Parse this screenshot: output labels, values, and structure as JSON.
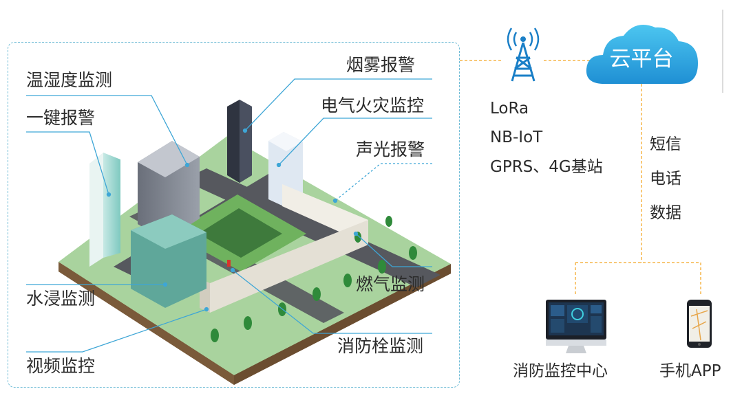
{
  "sensors": {
    "temp_humidity": "温湿度监测",
    "one_key_alarm": "一键报警",
    "water_immersion": "水浸监测",
    "video_monitor": "视频监控",
    "smoke_alarm": "烟雾报警",
    "electrical_fire": "电气火灾监控",
    "sound_light_alarm": "声光报警",
    "gas_monitor": "燃气监测",
    "hydrant_monitor": "消防栓监测"
  },
  "network": {
    "protocols": [
      "LoRa",
      "NB-IoT",
      "GPRS、4G基站"
    ],
    "cloud_label": "云平台",
    "channels": [
      "短信",
      "电话",
      "数据"
    ]
  },
  "terminals": {
    "control_center": "消防监控中心",
    "mobile_app": "手机APP"
  },
  "colors": {
    "connector_orange": "#f5b54a",
    "leader_blue": "#3ea6d6",
    "frame_blue": "#6fbcd6",
    "cloud_blue": "#2aa7e0"
  }
}
